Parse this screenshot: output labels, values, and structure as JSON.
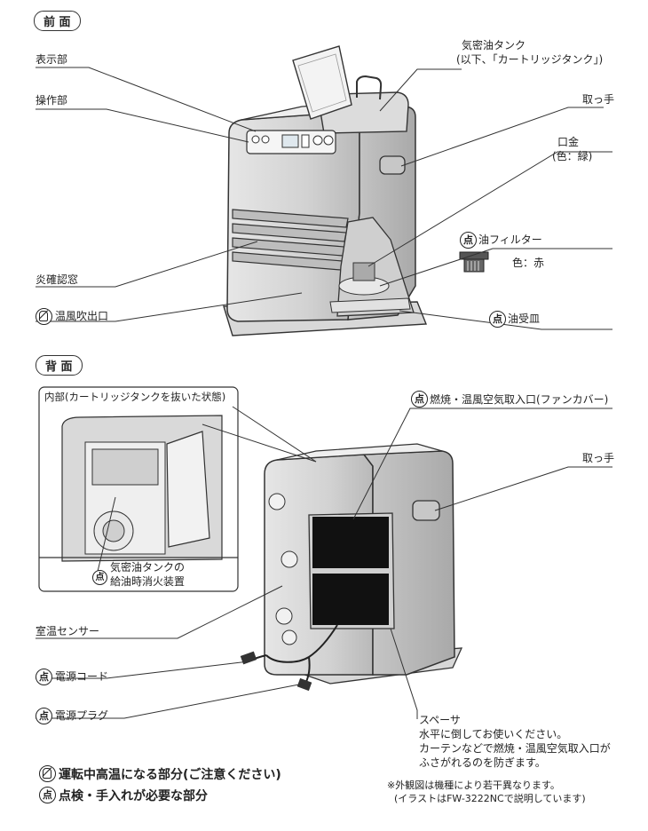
{
  "sections": {
    "front": "前 面",
    "back": "背 面"
  },
  "front_labels": {
    "display": "表示部",
    "operation": "操作部",
    "tank_line1": "気密油タンク",
    "tank_line2": "(以下、「カートリッジタンク」)",
    "handle": "取っ手",
    "cap_line1": "口金",
    "cap_line2": "(色：緑)",
    "oil_filter": "油フィルター",
    "filter_color": "色：赤",
    "flame_window": "炎確認窓",
    "warm_air_outlet": "温風吹出口",
    "oil_tray": "油受皿"
  },
  "back_labels": {
    "inner_title": "内部(カートリッジタンクを抜いた状態)",
    "extinguish_line1": "気密油タンクの",
    "extinguish_line2": "給油時消火装置",
    "air_intake": "燃焼・温風空気取入口(ファンカバー)",
    "handle": "取っ手",
    "room_sensor": "室温センサー",
    "power_cord": "電源コード",
    "power_plug": "電源プラグ",
    "spacer_title": "スペーサ",
    "spacer_line1": "水平に倒してお使いください。",
    "spacer_line2": "カーテンなどで燃焼・温風空気取入口が",
    "spacer_line3": "ふさがれるのを防ぎます。"
  },
  "icons": {
    "inspection_mark": "点"
  },
  "legend": {
    "hot_parts": "運転中高温になる部分(ご注意ください)",
    "maintenance_parts": "点検・手入れが必要な部分"
  },
  "notes": {
    "line1": "※外観図は機種により若干異なります。",
    "line2": "(イラストはFW-3222NCで説明しています)"
  }
}
